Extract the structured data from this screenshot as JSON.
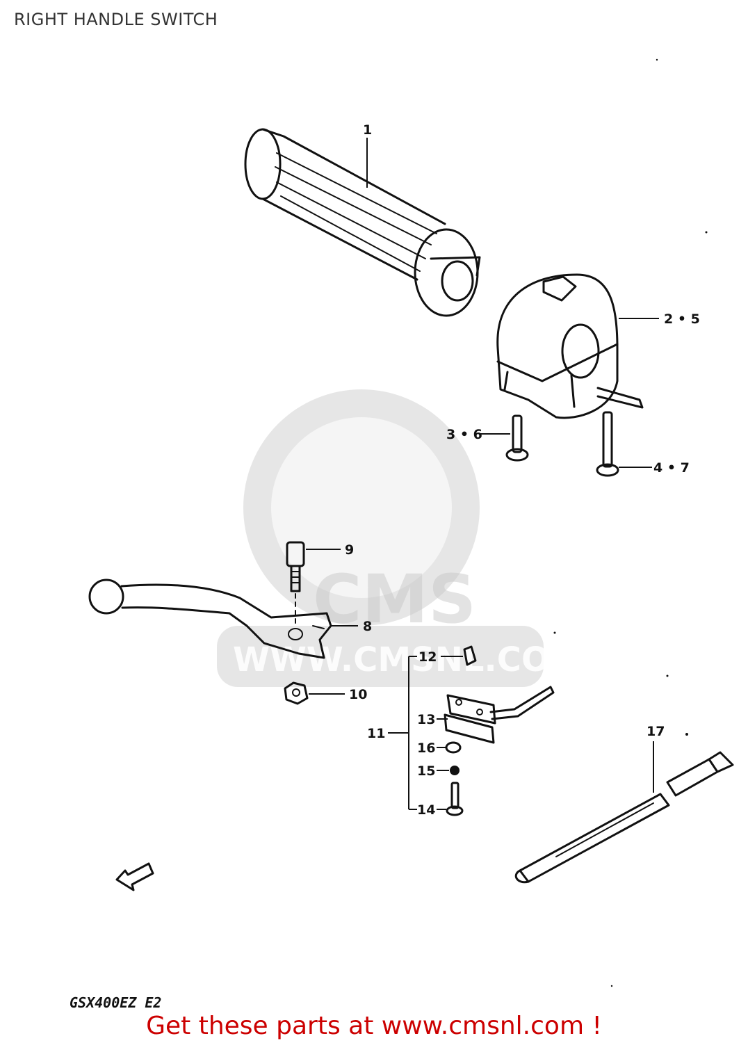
{
  "title": "RIGHT HANDLE SWITCH",
  "model_code": "GSX400EZ E2",
  "call_to_action": "Get these parts at www.cmsnl.com !",
  "watermark": {
    "logo_text": "CMS",
    "url_text": "WWW.CMSNL.COM"
  },
  "callouts": [
    {
      "id": "c1",
      "label": "1"
    },
    {
      "id": "c2",
      "label": "2 • 5"
    },
    {
      "id": "c3",
      "label": "3 • 6"
    },
    {
      "id": "c4",
      "label": "4 • 7"
    },
    {
      "id": "c9",
      "label": "9"
    },
    {
      "id": "c8",
      "label": "8"
    },
    {
      "id": "c12",
      "label": "12"
    },
    {
      "id": "c10",
      "label": "10"
    },
    {
      "id": "c13",
      "label": "13"
    },
    {
      "id": "c11",
      "label": "11"
    },
    {
      "id": "c16",
      "label": "16"
    },
    {
      "id": "c15",
      "label": "15"
    },
    {
      "id": "c14",
      "label": "14"
    },
    {
      "id": "c17",
      "label": "17"
    }
  ],
  "colors": {
    "ink": "#111111",
    "cta": "#cc0000",
    "watermark": "#c8c8c8"
  }
}
